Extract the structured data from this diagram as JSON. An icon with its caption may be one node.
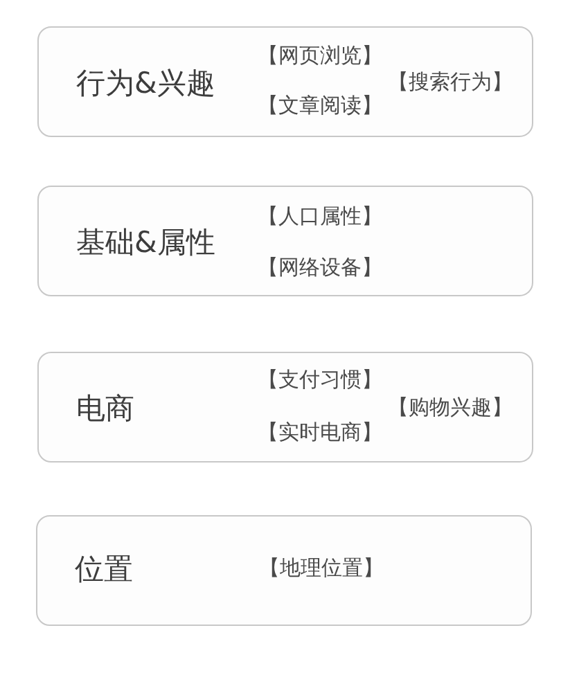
{
  "diagram": {
    "nodes": [
      {
        "text": [
          "行为&兴趣",
          "【网页浏览】",
          "【文章阅读】",
          "【搜索行为】"
        ]
      },
      {
        "text": [
          "基础&属性",
          "【人口属性】",
          "【网络设备】"
        ]
      },
      {
        "text": [
          "电商",
          "【支付习惯】",
          "【实时电商】",
          "【购物兴趣】"
        ]
      },
      {
        "text": [
          "位置",
          "【地理位置】"
        ]
      }
    ],
    "edges": []
  }
}
